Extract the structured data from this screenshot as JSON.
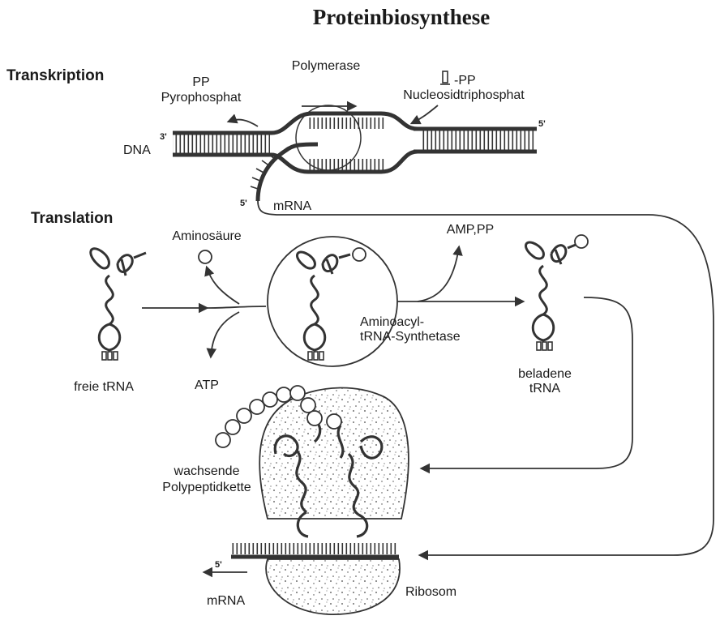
{
  "title": "Proteinbiosynthese",
  "sections": {
    "transcription": "Transkription",
    "translation": "Translation"
  },
  "transcription": {
    "pp": "PP",
    "pyrophosphate": "Pyrophosphat",
    "polymerase": "Polymerase",
    "ntp_symbol_suffix": "-PP",
    "nucleoside_triphosphate": "Nucleosidtriphosphat",
    "dna": "DNA",
    "mrna": "mRNA",
    "prime_3": "3'",
    "prime_5_right": "5'",
    "prime_5_mrna": "5'"
  },
  "translation": {
    "amino_acid": "Aminosäure",
    "amp_pp": "AMP,PP",
    "atp": "ATP",
    "free_trna": "freie tRNA",
    "synthetase_line1": "Aminoacyl-",
    "synthetase_line2": "tRNA-Synthetase",
    "charged_trna_line1": "beladene",
    "charged_trna_line2": "tRNA",
    "growing_chain_line1": "wachsende",
    "growing_chain_line2": "Polypeptidkette",
    "ribosome": "Ribosom",
    "mrna": "mRNA",
    "prime_5": "5'"
  }
}
